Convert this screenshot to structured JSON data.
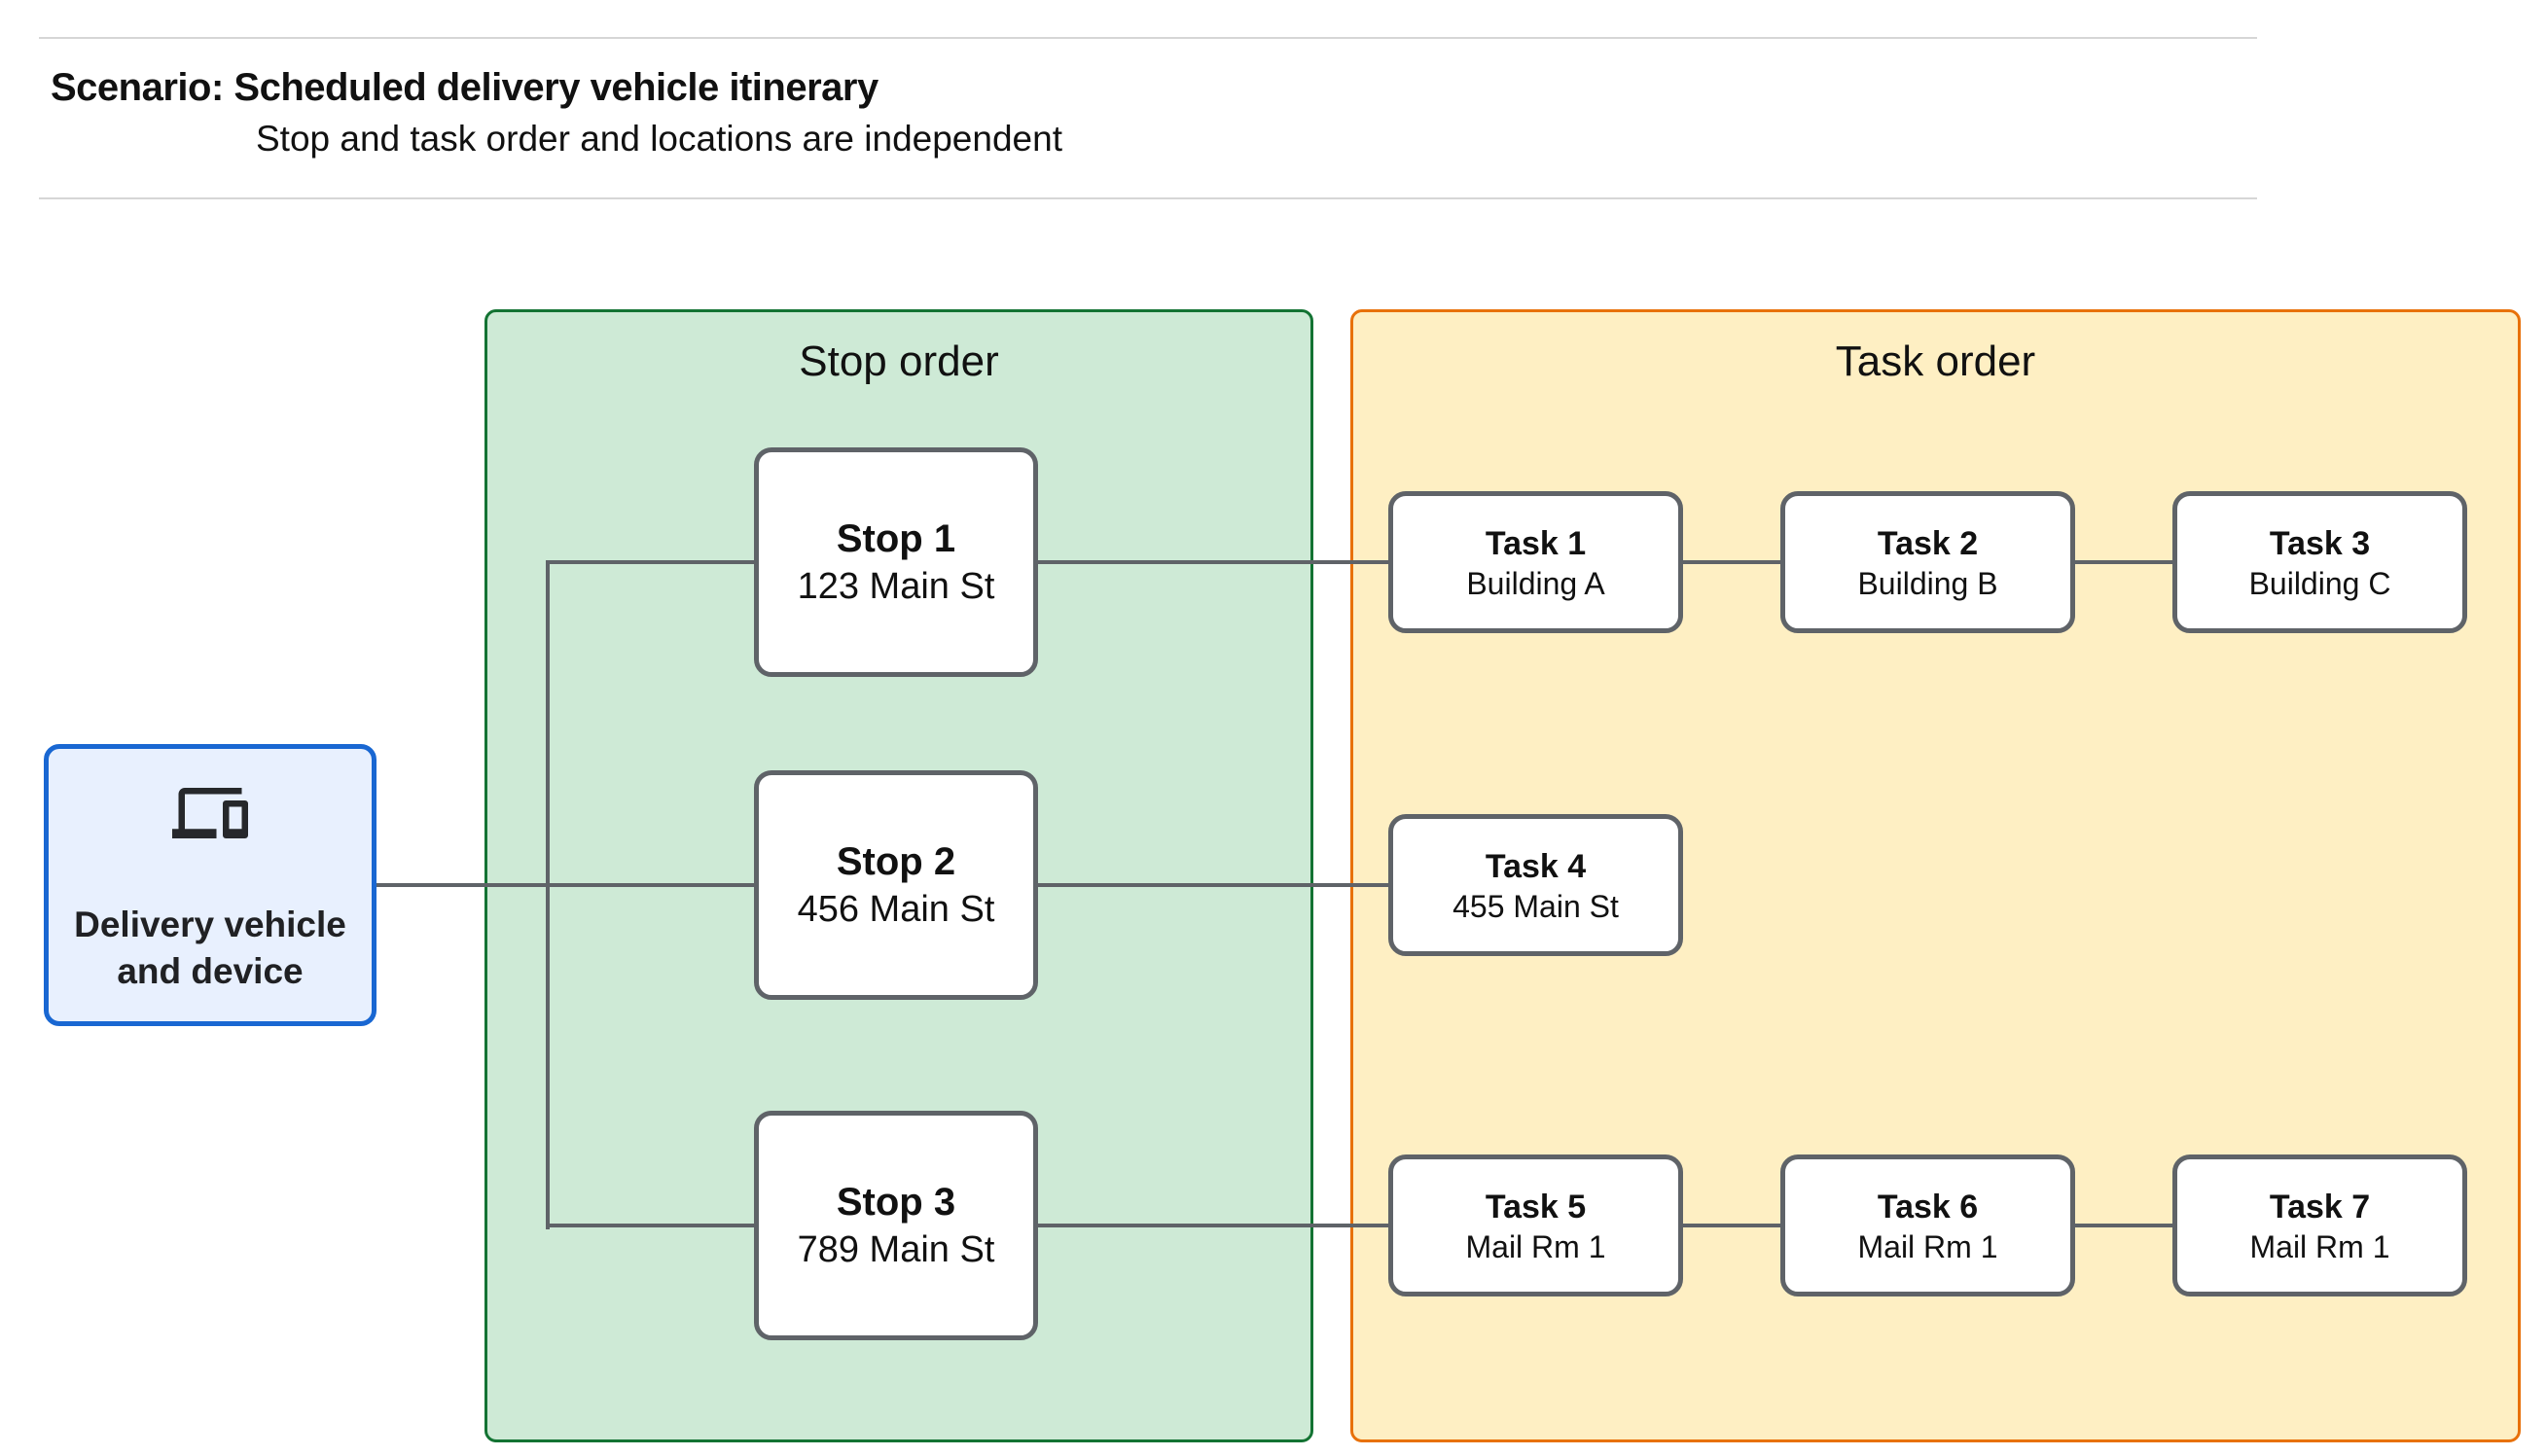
{
  "header": {
    "title": "Scenario: Scheduled delivery vehicle itinerary",
    "subtitle": "Stop and task order and locations are independent"
  },
  "device_node": {
    "label": "Delivery vehicle and device",
    "icon": "devices-icon",
    "fill": "#e8f0fe",
    "border_color": "#1967d2"
  },
  "stop_panel": {
    "title": "Stop order",
    "fill": "#ceead6",
    "border_color": "#137333",
    "stops": [
      {
        "label": "Stop 1",
        "sublabel": "123 Main St"
      },
      {
        "label": "Stop 2",
        "sublabel": "456 Main St"
      },
      {
        "label": "Stop 3",
        "sublabel": "789 Main St"
      }
    ]
  },
  "task_panel": {
    "title": "Task order",
    "fill": "#feefc3",
    "border_color": "#e8710a",
    "rows": [
      [
        {
          "label": "Task 1",
          "sublabel": "Building A"
        },
        {
          "label": "Task 2",
          "sublabel": "Building B"
        },
        {
          "label": "Task 3",
          "sublabel": "Building C"
        }
      ],
      [
        {
          "label": "Task 4",
          "sublabel": "455 Main St"
        }
      ],
      [
        {
          "label": "Task 5",
          "sublabel": "Mail Rm 1"
        },
        {
          "label": "Task 6",
          "sublabel": "Mail Rm 1"
        },
        {
          "label": "Task 7",
          "sublabel": "Mail Rm 1"
        }
      ]
    ]
  },
  "connector_color": "#5f6368",
  "node_border_color": "#5f6368"
}
